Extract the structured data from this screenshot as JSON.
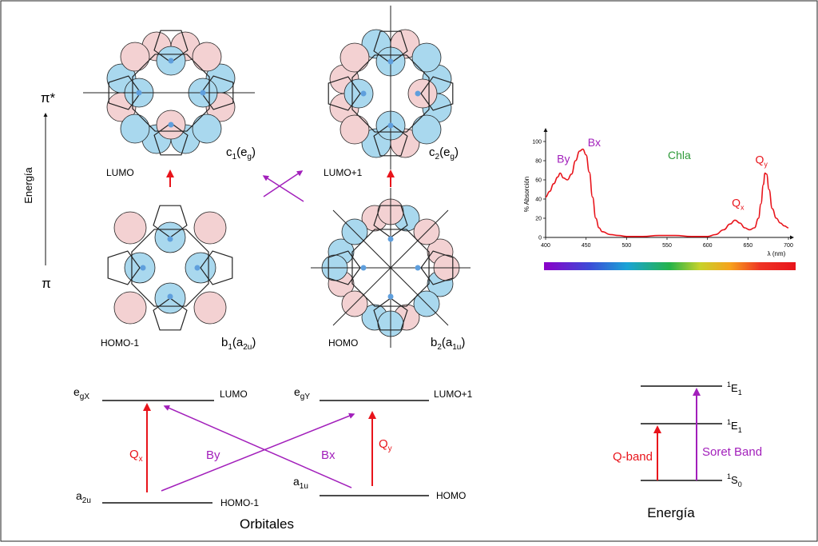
{
  "colors": {
    "red": "#e8141b",
    "purple": "#a21fbb",
    "green": "#2e9a39",
    "pink": "#f3d1d2",
    "blue": "#a9d8ee",
    "dot": "#5f9fdd",
    "black": "#1a1a1a"
  },
  "energy_axis": {
    "label": "Energía",
    "top": "π*",
    "bottom": "π"
  },
  "orbitals": {
    "lumo": {
      "label": "LUMO",
      "sym_main": "c",
      "sym_sub": "1",
      "irrep_main": "e",
      "irrep_sub": "g"
    },
    "lumo1": {
      "label": "LUMO+1",
      "sym_main": "c",
      "sym_sub": "2",
      "irrep_main": "e",
      "irrep_sub": "g"
    },
    "homo1": {
      "label": "HOMO-1",
      "sym_main": "b",
      "sym_sub": "1",
      "irrep_main": "a",
      "irrep_sub": "2u"
    },
    "homo": {
      "label": "HOMO",
      "sym_main": "b",
      "sym_sub": "2",
      "irrep_main": "a",
      "irrep_sub": "1u"
    }
  },
  "transitions": {
    "title": "Orbitales",
    "levels": {
      "egx_main": "e",
      "egx_sub": "gX",
      "egy_main": "e",
      "egy_sub": "gY",
      "a2u_main": "a",
      "a2u_sub": "2u",
      "a1u_main": "a",
      "a1u_sub": "1u",
      "lumo": "LUMO",
      "lumo1": "LUMO+1",
      "homo1": "HOMO-1",
      "homo": "HOMO"
    },
    "qx_main": "Q",
    "qx_sub": "x",
    "qy_main": "Q",
    "qy_sub": "y",
    "by": "By",
    "bx": "Bx"
  },
  "states": {
    "title": "Energía",
    "e1_upper": {
      "sup": "1",
      "main": "E",
      "sub": "1"
    },
    "e1_lower": {
      "sup": "1",
      "main": "E",
      "sub": "1"
    },
    "s0": {
      "sup": "1",
      "main": "S",
      "sub": "0"
    },
    "qband": "Q-band",
    "soret": "Soret Band"
  },
  "chart_data": {
    "type": "line",
    "title": "Chla",
    "xlabel": "λ (nm)",
    "ylabel": "% Absorción",
    "xlim": [
      400,
      700
    ],
    "ylim": [
      0,
      100
    ],
    "xticks": [
      "400",
      "450",
      "500",
      "550",
      "600",
      "650",
      "700"
    ],
    "yticks": [
      "0",
      "20",
      "40",
      "60",
      "80",
      "100"
    ],
    "x_values": [
      400,
      405,
      410,
      415,
      418,
      422,
      427,
      432,
      437,
      442,
      446,
      450,
      454,
      458,
      462,
      466,
      470,
      480,
      490,
      500,
      520,
      540,
      560,
      580,
      600,
      610,
      620,
      628,
      634,
      640,
      646,
      652,
      658,
      663,
      666,
      669,
      671,
      673,
      676,
      680,
      685,
      690,
      695,
      700
    ],
    "y_values": [
      42,
      48,
      56,
      63,
      67,
      62,
      60,
      66,
      80,
      90,
      92,
      86,
      68,
      42,
      20,
      10,
      6,
      3,
      2,
      1,
      1,
      2,
      2,
      1,
      1,
      3,
      8,
      14,
      18,
      15,
      10,
      8,
      10,
      20,
      35,
      55,
      67,
      66,
      50,
      30,
      20,
      15,
      12,
      10
    ],
    "annotations": [
      {
        "label": "By",
        "color": "purple",
        "x": 414,
        "y": 78
      },
      {
        "label": "Bx",
        "color": "purple",
        "x": 452,
        "y": 95
      },
      {
        "label": "Q",
        "sub": "x",
        "color": "red",
        "x": 630,
        "y": 32
      },
      {
        "label": "Q",
        "sub": "y",
        "color": "red",
        "x": 659,
        "y": 77
      }
    ],
    "spectrum_bar": {
      "colors": [
        "#8b00c8",
        "#3c4bd7",
        "#1aa3d6",
        "#25b34a",
        "#c7d22a",
        "#f7a21d",
        "#ee3324",
        "#e8141b"
      ]
    }
  }
}
